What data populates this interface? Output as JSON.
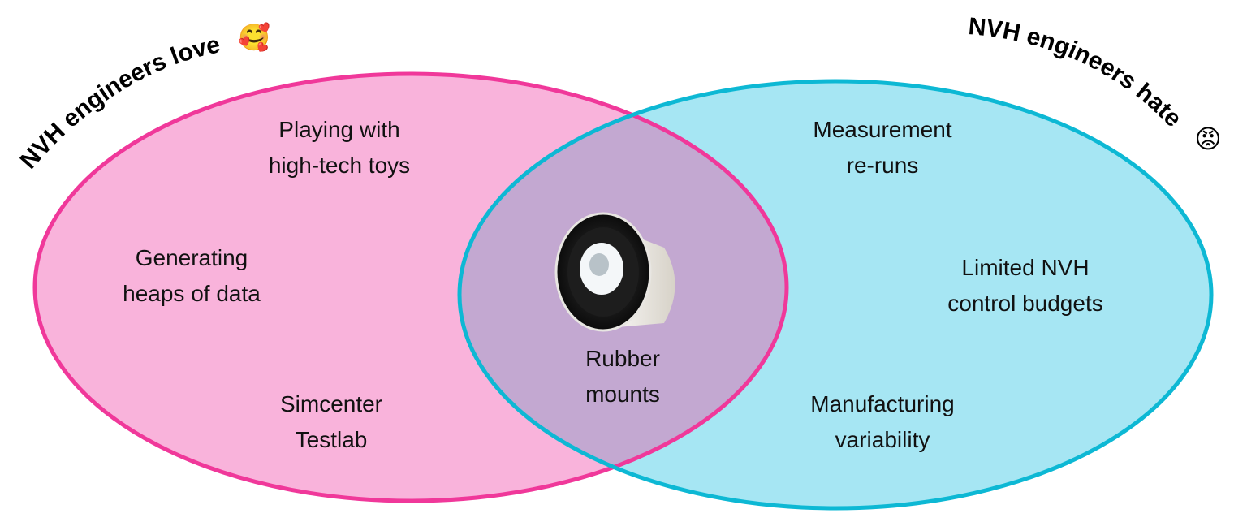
{
  "diagram": {
    "type": "venn",
    "left_set": {
      "title": "NVH engineers love",
      "emoji": "🥰",
      "emoji_name": "smiling-face-with-hearts-icon",
      "fill": "#f9b3db",
      "stroke": "#f0389a",
      "items": [
        "Playing with\nhigh-tech toys",
        "Generating\nheaps of data",
        "Simcenter\nTestlab"
      ]
    },
    "right_set": {
      "title": "NVH engineers hate",
      "emoji": "😡",
      "emoji_name": "angry-face-icon",
      "fill": "#a6e6f3",
      "stroke": "#0db8d4",
      "items": [
        "Measurement\nre-runs",
        "Limited NVH\ncontrol budgets",
        "Manufacturing\nvariability"
      ]
    },
    "intersection": {
      "label": "Rubber\nmounts",
      "fill": "#c3a8d1",
      "image_name": "rubber-mount-icon"
    }
  }
}
